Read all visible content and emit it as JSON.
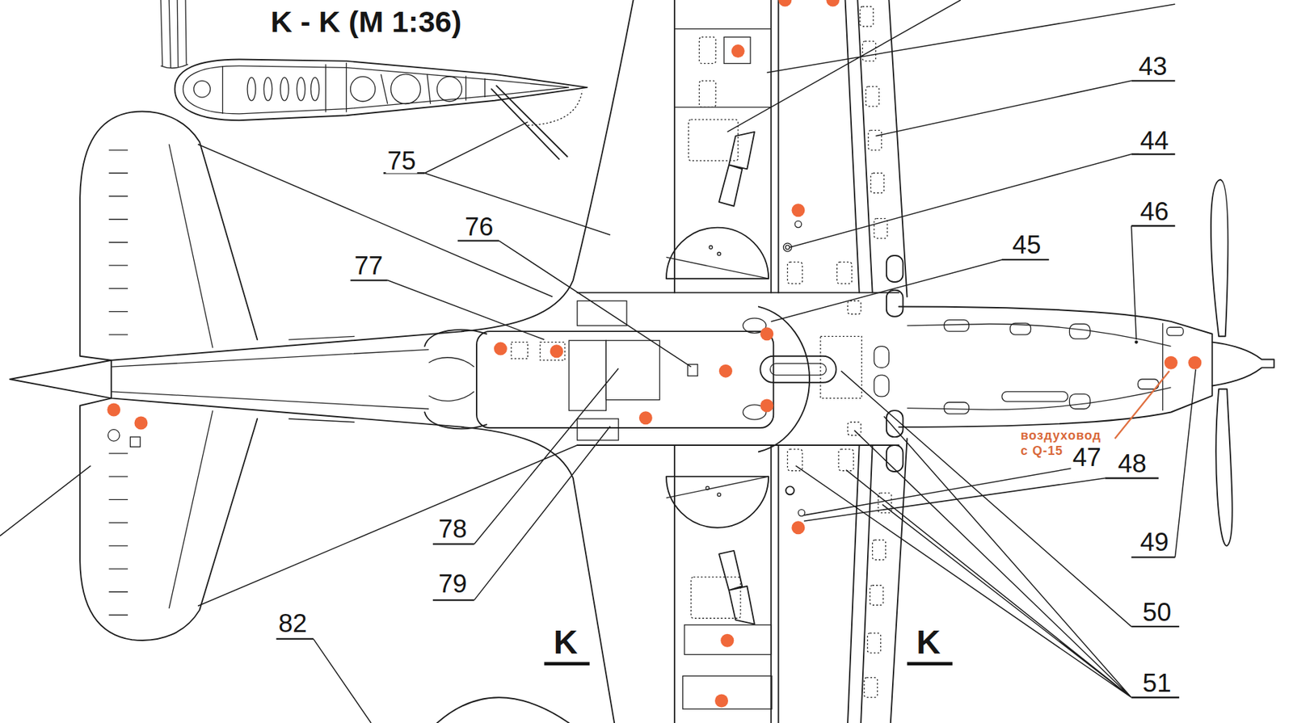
{
  "diagram": {
    "title": "K - K (M 1:36)",
    "labels": [
      "75",
      "76",
      "77",
      "43",
      "44",
      "45",
      "46",
      "воздуховод с Q-15",
      "47",
      "48",
      "49",
      "50",
      "51",
      "78",
      "79",
      "82",
      "K",
      "K"
    ]
  }
}
